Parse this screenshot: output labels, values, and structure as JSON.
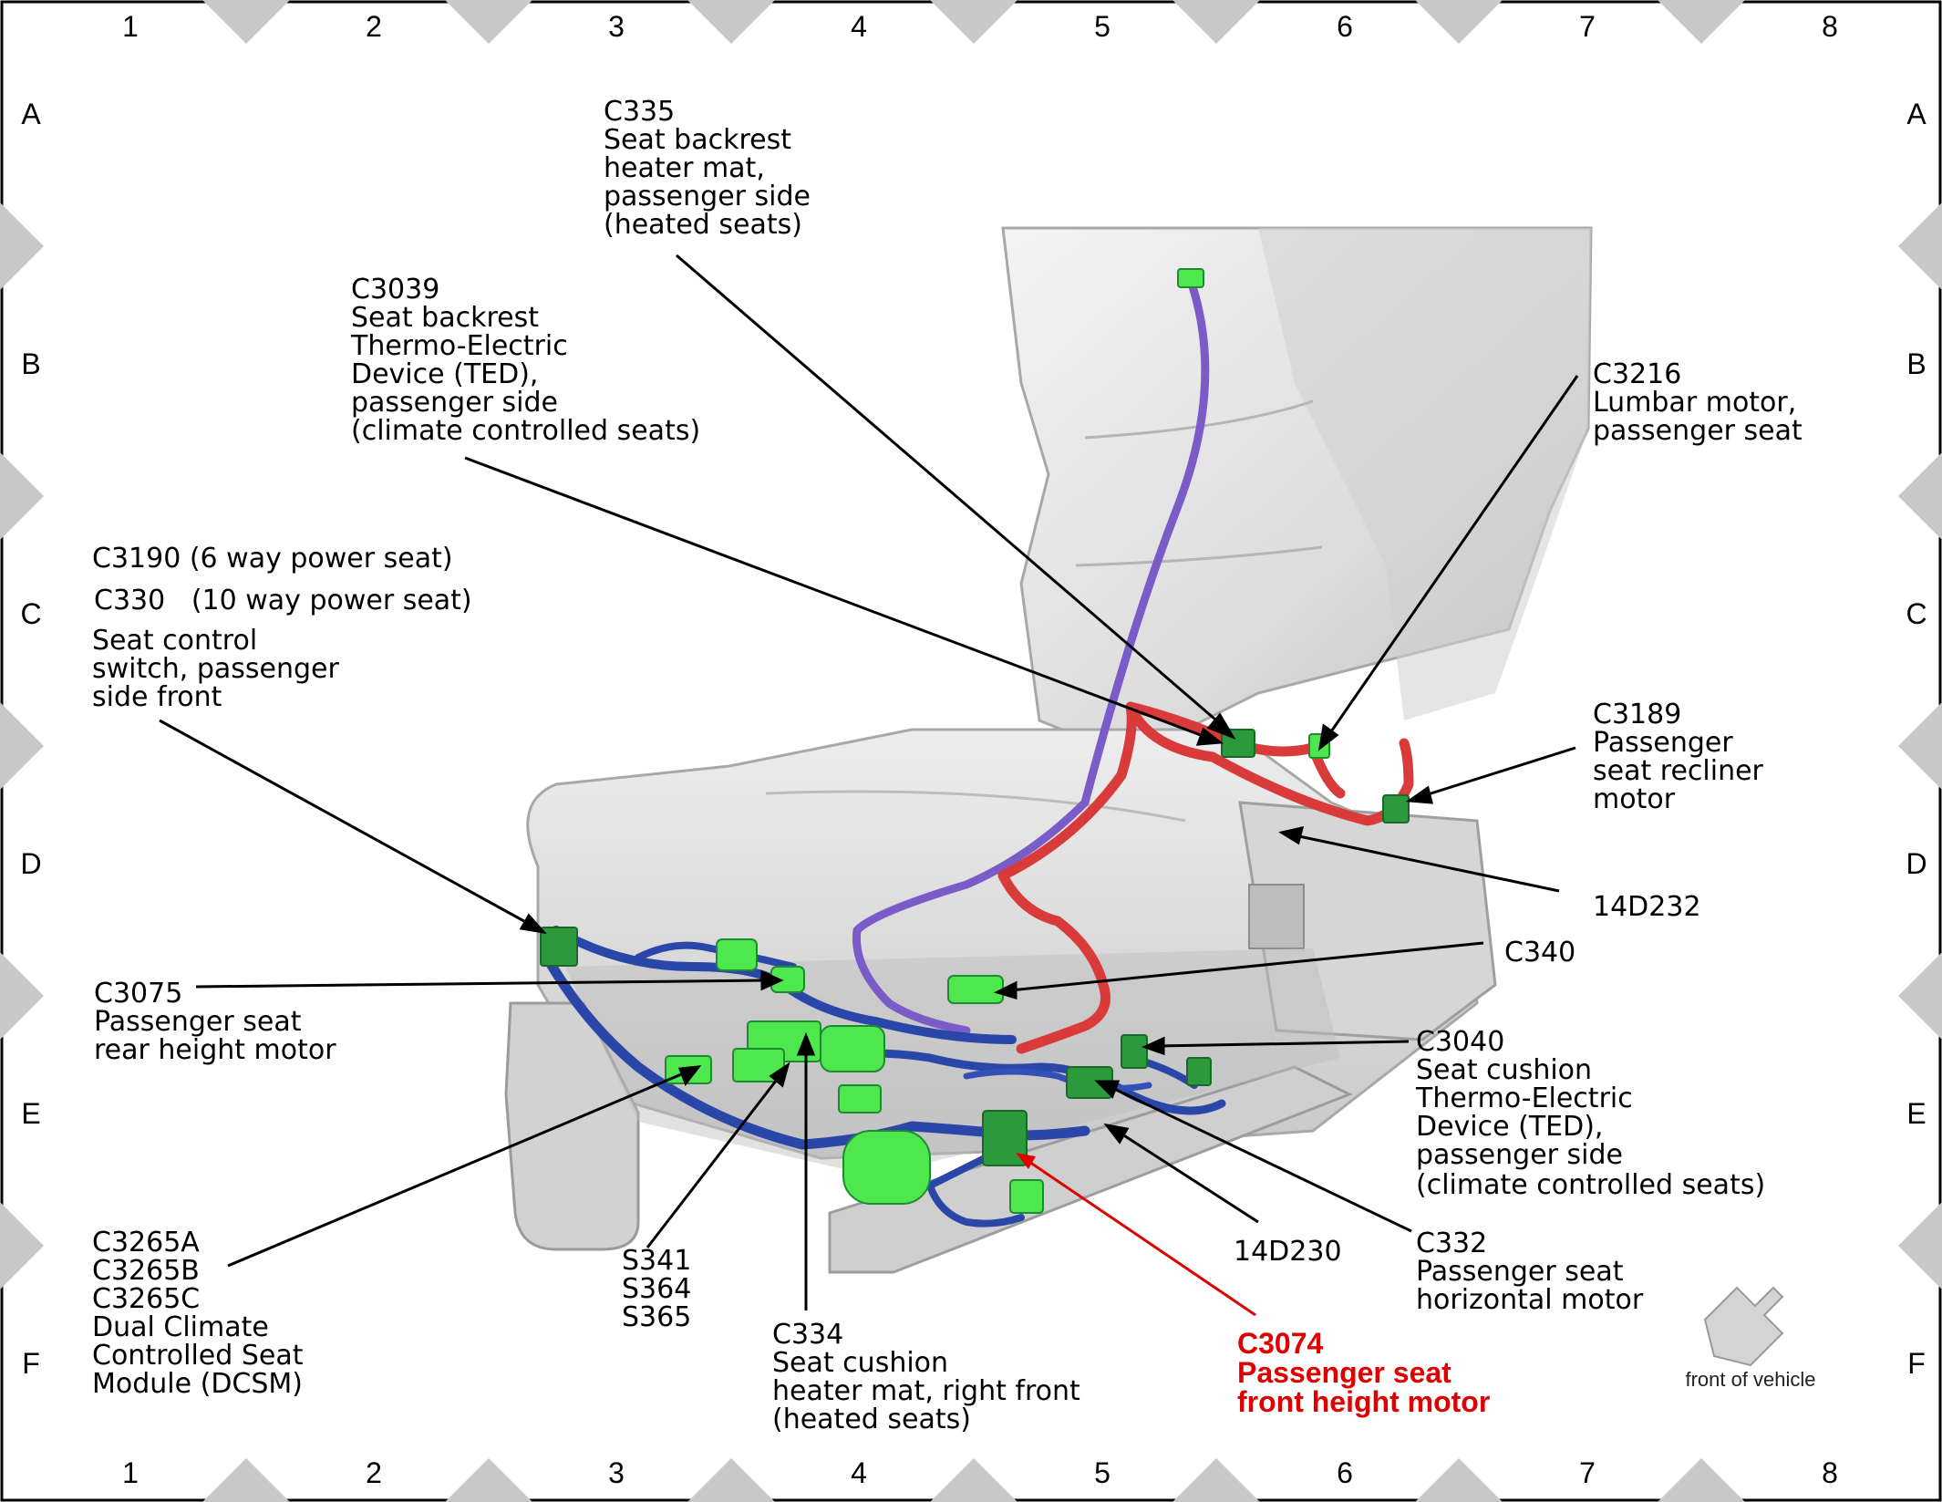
{
  "grid": {
    "columns": [
      "1",
      "2",
      "3",
      "4",
      "5",
      "6",
      "7",
      "8"
    ],
    "rows": [
      "A",
      "B",
      "C",
      "D",
      "E",
      "F"
    ]
  },
  "labels": {
    "c335": [
      "C335",
      "Seat backrest",
      "heater mat,",
      "passenger side",
      "(heated seats)"
    ],
    "c3039": [
      "C3039",
      "Seat backrest",
      "Thermo-Electric",
      "Device (TED),",
      "passenger side",
      "(climate controlled seats)"
    ],
    "c3216": [
      "C3216",
      "Lumbar motor,",
      "passenger seat"
    ],
    "c3190_line": "C3190 (6 way power seat)",
    "c330_line": "C330   (10 way power seat)",
    "seat_switch": [
      "Seat control",
      "switch, passenger",
      "side front"
    ],
    "c3189": [
      "C3189",
      "Passenger",
      "seat recliner",
      "motor"
    ],
    "w14d232": "14D232",
    "c340": "C340",
    "c3075": [
      "C3075",
      "Passenger seat",
      "rear height motor"
    ],
    "c3040": [
      "C3040",
      "Seat cushion",
      "Thermo-Electric",
      "Device (TED),",
      "passenger side",
      "(climate controlled seats)"
    ],
    "c3265": [
      "C3265A",
      "C3265B",
      "C3265C",
      "Dual Climate",
      "Controlled Seat",
      "Module (DCSM)"
    ],
    "splices": [
      "S341",
      "S364",
      "S365"
    ],
    "w14d230": "14D230",
    "c332": [
      "C332",
      "Passenger seat",
      "horizontal motor"
    ],
    "c334": [
      "C334",
      "Seat cushion",
      "heater mat, right front",
      "(heated seats)"
    ],
    "c3074": [
      "C3074",
      "Passenger seat",
      "front height motor"
    ],
    "front_of_vehicle": "front of vehicle"
  },
  "colors": {
    "leader": "#000000",
    "highlight": "#e00000",
    "connector": "#4ee84e",
    "connector_dark": "#1f8a32",
    "harness_blue": "#2a46a8",
    "harness_red": "#d93a3a",
    "harness_purple": "#7a5bc8",
    "seat": "#e2e2e2",
    "seat_shadow": "#b9b9b9",
    "grid_marker": "#c8c8c8"
  }
}
